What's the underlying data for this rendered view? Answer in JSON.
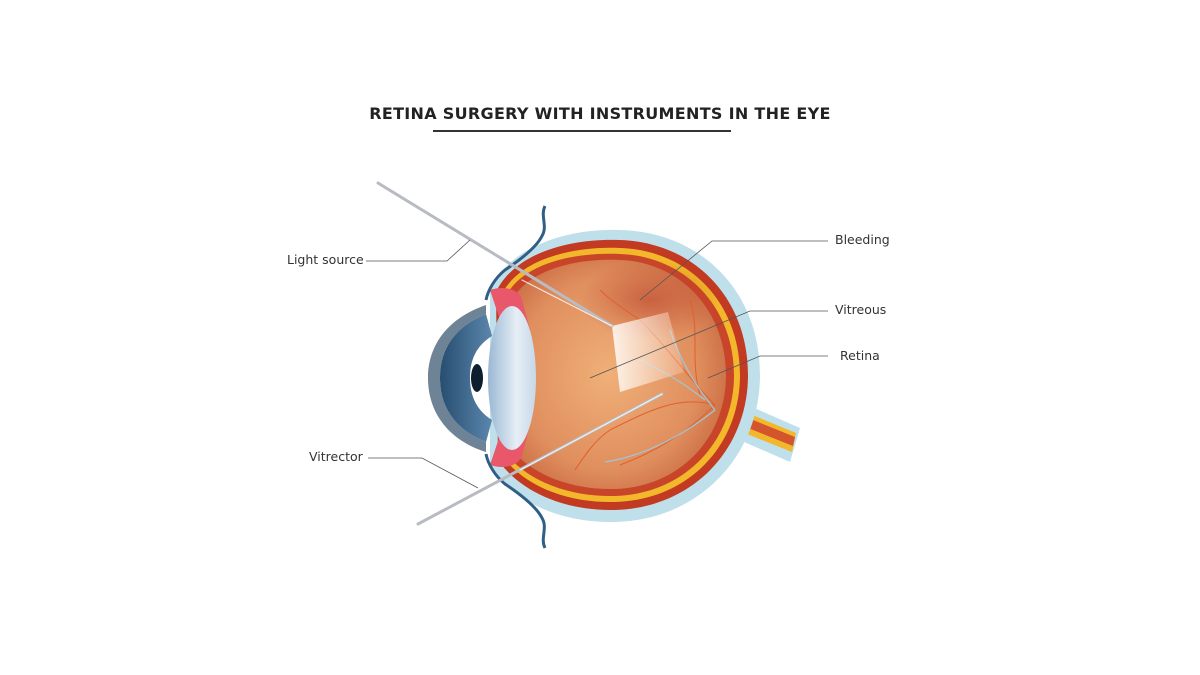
{
  "title": "RETINA SURGERY WITH INSTRUMENTS IN THE EYE",
  "labels": {
    "light_source": "Light source",
    "vitrector": "Vitrector",
    "bleeding": "Bleeding",
    "vitreous": "Vitreous",
    "retina": "Retina"
  },
  "colors": {
    "sclera": "#bfe0ea",
    "choroid": "#c23a22",
    "retina_layer": "#f2b72a",
    "vitreous": "#e59b6e",
    "iris": "#2f5f86",
    "lens": "#d6e4f0",
    "instrument": "#b8bcc2",
    "blood_vessel": "#e0602e"
  }
}
